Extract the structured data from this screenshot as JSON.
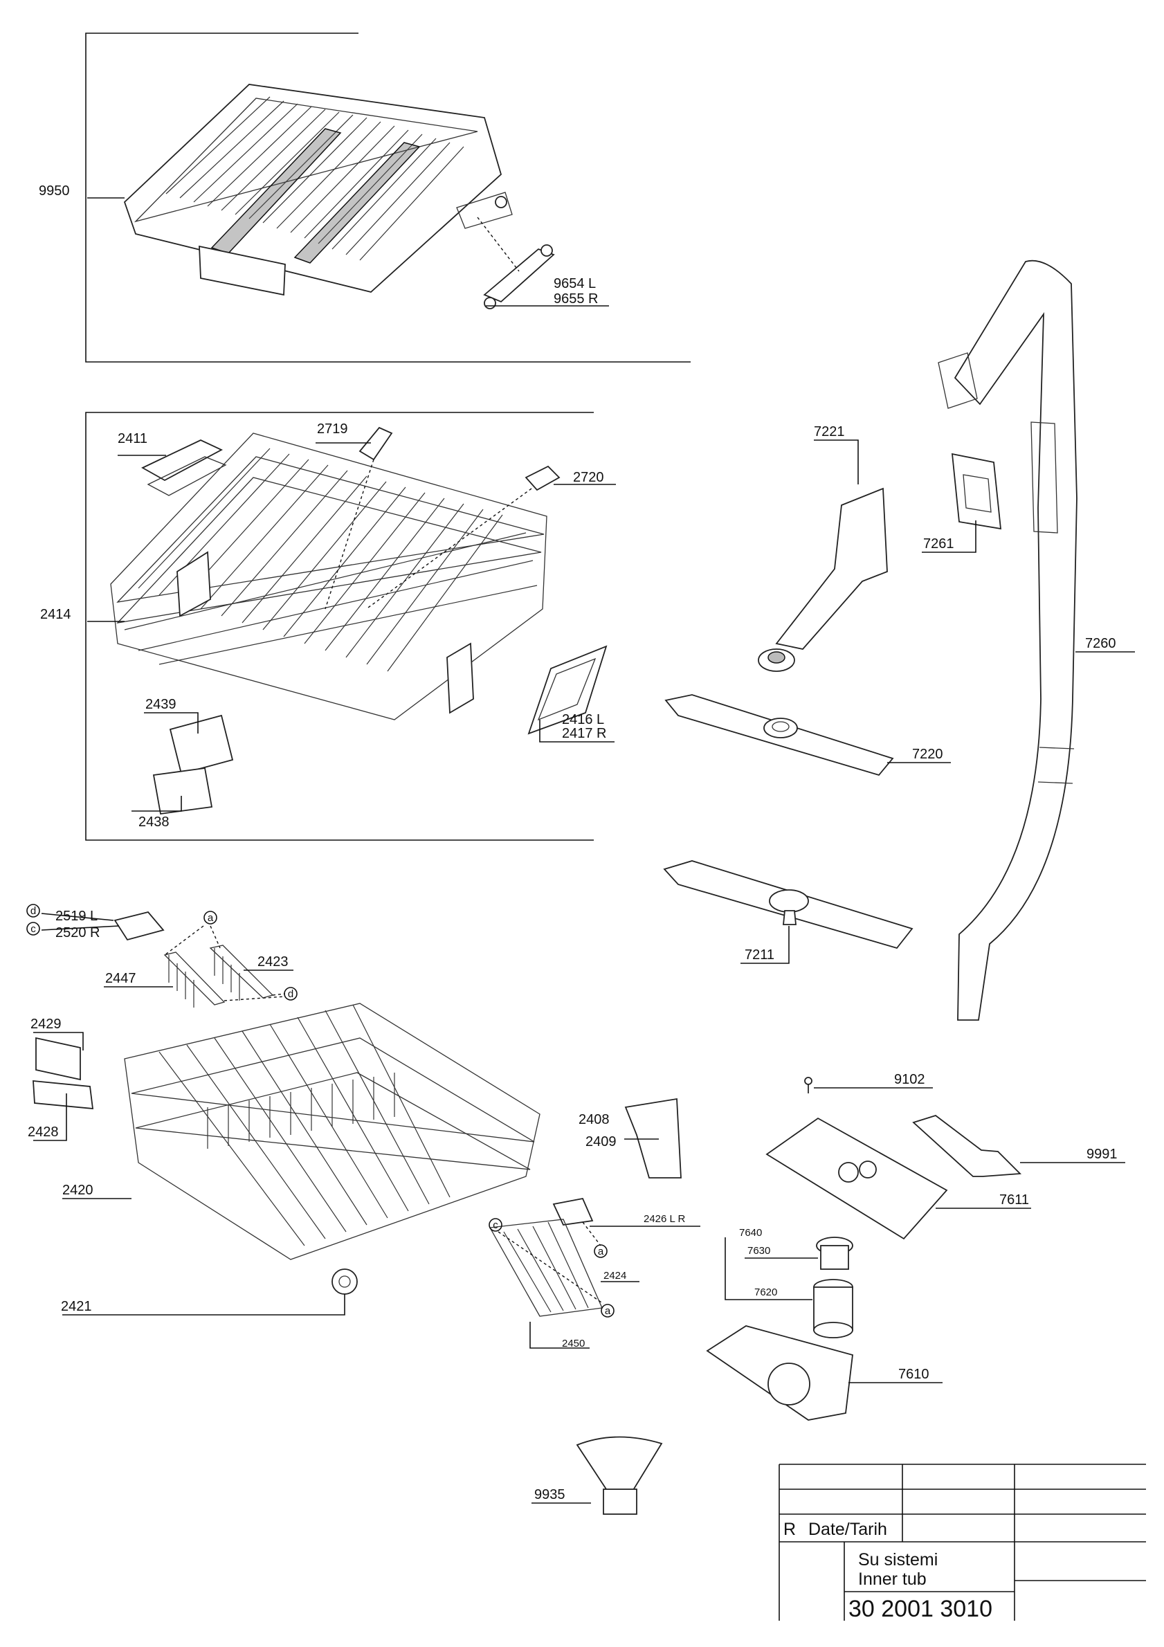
{
  "diagram": {
    "parts": {
      "p9950": "9950",
      "p9654": "9654 L",
      "p9655": "9655 R",
      "p2411": "2411",
      "p2719": "2719",
      "p2720": "2720",
      "p2414": "2414",
      "p2439": "2439",
      "p2438": "2438",
      "p2416": "2416 L",
      "p2417": "2417 R",
      "p2519": "2519 L",
      "p2520": "2520 R",
      "p2423": "2423",
      "p2447": "2447",
      "p2429": "2429",
      "p2428": "2428",
      "p2420": "2420",
      "p2421": "2421",
      "p2408": "2408",
      "p2409": "2409",
      "p2426": "2426 L R",
      "p2424": "2424",
      "p2450": "2450",
      "p9935": "9935",
      "p7221": "7221",
      "p7261": "7261",
      "p7260": "7260",
      "p7220": "7220",
      "p7211": "7211",
      "p9102": "9102",
      "p9991": "9991",
      "p7611": "7611",
      "p7640": "7640",
      "p7630": "7630",
      "p7620": "7620",
      "p7610": "7610"
    },
    "callouts": {
      "d1": "d",
      "c1": "c",
      "a1": "a",
      "d2": "d",
      "a2": "a",
      "c2": "c",
      "a3": "a"
    },
    "title_block": {
      "revision_label": "R",
      "date_label": "Date/Tarih",
      "title_line1": "Su sistemi",
      "title_line2": "Inner tub",
      "drawing_number": "30 2001 3010"
    }
  }
}
